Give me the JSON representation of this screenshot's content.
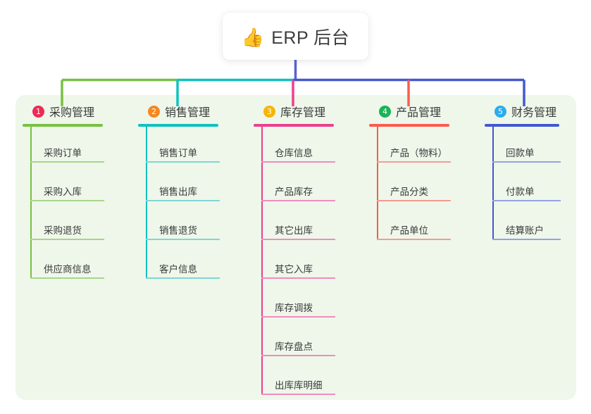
{
  "title": {
    "icon": "thumbs-up-icon",
    "emoji": "👍",
    "text": "ERP 后台"
  },
  "colors": {
    "panel_bg": "#eef7ea",
    "trunk": "#5b5fd0",
    "card_bg": "#ffffff",
    "text": "#3a3a3a"
  },
  "columns": [
    {
      "index": "1",
      "badge_color": "#ee2b55",
      "line_color": "#7ac143",
      "item_line_color": "#a8d58b",
      "title": "采购管理",
      "items": [
        "采购订单",
        "采购入库",
        "采购退货",
        "供应商信息"
      ]
    },
    {
      "index": "2",
      "badge_color": "#f5881f",
      "line_color": "#0fc2c0",
      "item_line_color": "#7fd6d4",
      "title": "销售管理",
      "items": [
        "销售订单",
        "销售出库",
        "销售退货",
        "客户信息"
      ]
    },
    {
      "index": "3",
      "badge_color": "#f7b500",
      "line_color": "#ec3f8e",
      "item_line_color": "#f08cc0",
      "title": "库存管理",
      "items": [
        "仓库信息",
        "产品库存",
        "其它出库",
        "其它入库",
        "库存调拨",
        "库存盘点",
        "出库库明细"
      ]
    },
    {
      "index": "4",
      "badge_color": "#19b358",
      "line_color": "#fc5b4e",
      "item_line_color": "#f79b92",
      "title": "产品管理",
      "items": [
        "产品（物料）",
        "产品分类",
        "产品单位"
      ]
    },
    {
      "index": "5",
      "badge_color": "#2bacee",
      "line_color": "#4358cf",
      "item_line_color": "#93a3e0",
      "title": "财务管理",
      "items": [
        "回款单",
        "付款单",
        "结算账户"
      ]
    }
  ]
}
